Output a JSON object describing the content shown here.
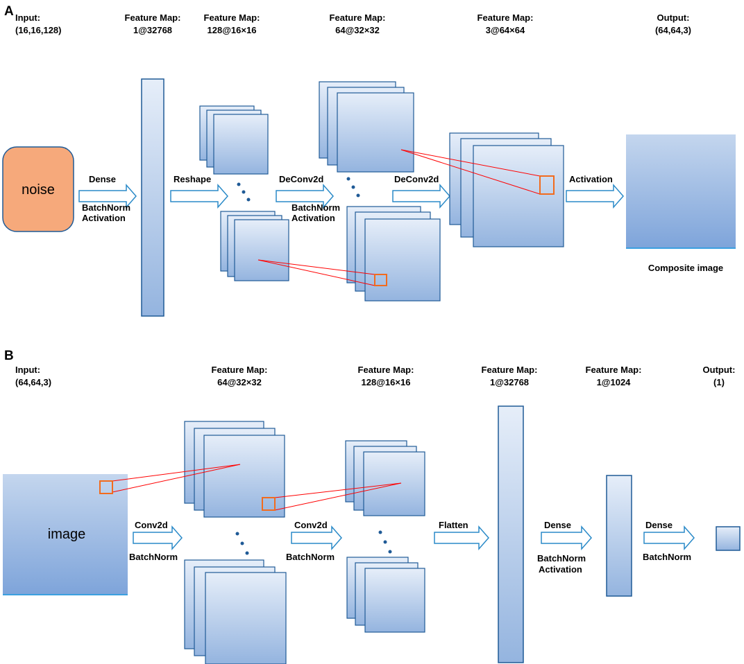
{
  "panel_a": {
    "letter": "A",
    "headers": {
      "input": {
        "title": "Input:",
        "value": "(16,16,128)"
      },
      "fm1": {
        "title": "Feature Map:",
        "value": "1@32768"
      },
      "fm2": {
        "title": "Feature Map:",
        "value": "128@16×16"
      },
      "fm3": {
        "title": "Feature Map:",
        "value": "64@32×32"
      },
      "fm4": {
        "title": "Feature Map:",
        "value": "3@64×64"
      },
      "output": {
        "title": "Output:",
        "value": "(64,64,3)"
      }
    },
    "noise_label": "noise",
    "ops": {
      "dense": "Dense",
      "batchnorm1": "BatchNorm",
      "activation1": "Activation",
      "reshape": "Reshape",
      "deconv1": "DeConv2d",
      "batchnorm2": "BatchNorm",
      "activation2": "Activation",
      "deconv2": "DeConv2d",
      "activation3": "Activation"
    },
    "composite_label": "Composite image"
  },
  "panel_b": {
    "letter": "B",
    "headers": {
      "input": {
        "title": "Input:",
        "value": "(64,64,3)"
      },
      "fm1": {
        "title": "Feature Map:",
        "value": "64@32×32"
      },
      "fm2": {
        "title": "Feature Map:",
        "value": "128@16×16"
      },
      "fm3": {
        "title": "Feature Map:",
        "value": "1@32768"
      },
      "fm4": {
        "title": "Feature Map:",
        "value": "1@1024"
      },
      "output": {
        "title": "Output:",
        "value": "(1)"
      }
    },
    "image_label": "image",
    "ops": {
      "conv1": "Conv2d",
      "batchnorm1": "BatchNorm",
      "conv2": "Conv2d",
      "batchnorm2": "BatchNorm",
      "flatten": "Flatten",
      "dense1": "Dense",
      "batchnorm3": "BatchNorm",
      "activation3": "Activation",
      "dense2": "Dense",
      "batchnorm4": "BatchNorm"
    }
  },
  "colors": {
    "box_top": "#e6eef9",
    "box_bottom": "#94b4df",
    "box_border": "#1f5a96",
    "noise_fill": "#f6a97b",
    "kernel": "#f26b1d",
    "line": "#ff0000",
    "arrow": "#2a8ac8"
  }
}
